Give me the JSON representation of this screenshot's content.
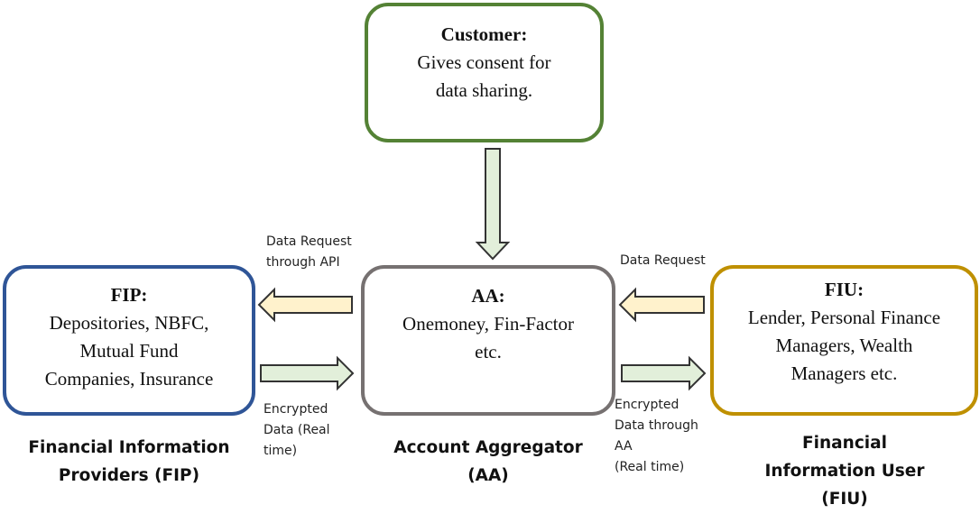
{
  "customer": {
    "title": "Customer:",
    "line1": "Gives consent for",
    "line2": "data sharing."
  },
  "fip": {
    "title": "FIP:",
    "line1": "Depositories, NBFC,",
    "line2": "Mutual Fund",
    "line3": "Companies, Insurance"
  },
  "aa": {
    "title": "AA:",
    "line1": "Onemoney, Fin-Factor",
    "line2": "etc."
  },
  "fiu": {
    "title": "FIU:",
    "line1": "Lender, Personal Finance",
    "line2": "Managers, Wealth",
    "line3": "Managers etc."
  },
  "labels": {
    "data_request_api": "Data Request\nthrough API",
    "data_request": "Data Request",
    "encrypted_fip": "Encrypted\nData (Real\ntime)",
    "encrypted_aa": "Encrypted\nData through\nAA\n(Real time)"
  },
  "captions": {
    "fip": "Financial Information\nProviders (FIP)",
    "aa": "Account Aggregator\n(AA)",
    "fiu": "Financial\nInformation User\n(FIU)"
  },
  "colors": {
    "customer_border": "#548235",
    "fip_border": "#2f5597",
    "aa_border": "#767171",
    "fiu_border": "#bf9000",
    "arrow_green_fill": "#e2efda",
    "arrow_yellow_fill": "#fff2cc",
    "arrow_stroke": "#333333"
  }
}
